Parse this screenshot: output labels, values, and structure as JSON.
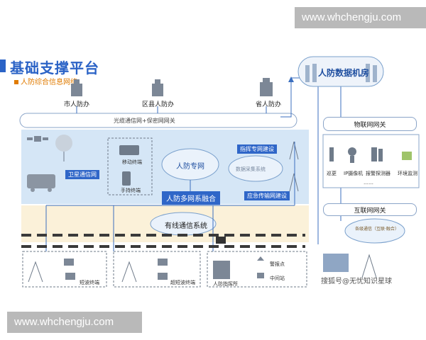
{
  "watermarks": {
    "top": "www.whchengju.com",
    "bottom": "www.whchengju.com"
  },
  "header": {
    "title": "基础支撑平台",
    "subtitle": "人防综合信息网络"
  },
  "offices": [
    "市人防办",
    "区县人防办",
    "省人防办"
  ],
  "backbone": "光缆通信网+保密网网关",
  "data_center": "人防数据机房",
  "iot_gateway": "物联网网关",
  "internet_gateway": "互联网网关",
  "iot_devices": [
    "巡更",
    "IP摄像机",
    "报警探测器",
    "环境监测"
  ],
  "iot_more": "……",
  "wireless": {
    "satellite": "卫星通信网",
    "mobile": "移动终端",
    "handheld": "手持终端",
    "command_network": "指挥专网建设",
    "emergency_network": "应急传输网建设",
    "civil_network": "人防专网",
    "cloud_faded": "数据采集系统",
    "fusion": "人防多网系融合"
  },
  "wired": {
    "system": "有线通信系统"
  },
  "bottom": {
    "short_wave": "短波终端",
    "ultra_short_wave": "超短波终端",
    "command_post": "人防指挥所",
    "alarm_point": "警报点",
    "relay_station": "中间站",
    "internet_cloud": "各级通信（互联·融合）"
  },
  "image_watermark": "搜狐号@无忧知识星球",
  "colors": {
    "accent": "#2b63c6",
    "orange": "#e07b00",
    "zone_blue": "#d5e6f6",
    "zone_yellow": "#fbf1d9"
  }
}
